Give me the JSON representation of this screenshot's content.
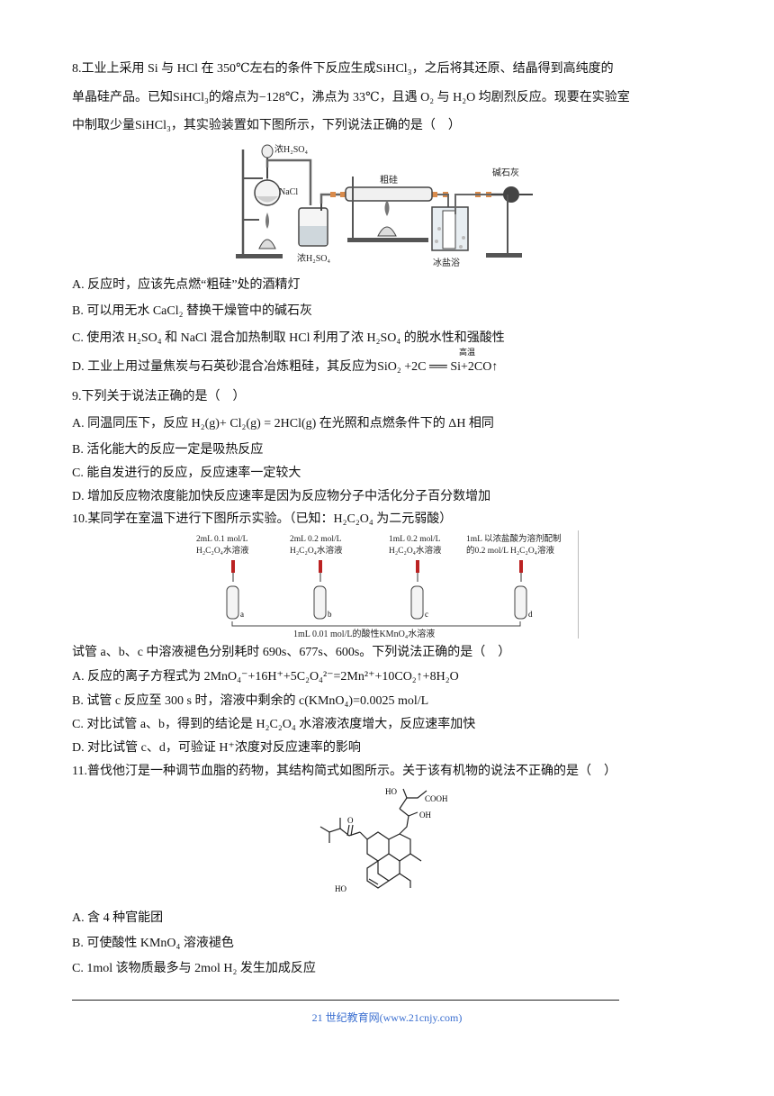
{
  "q8": {
    "stem_l1": "8.工业上采用 Si 与 HCl 在 350℃左右的条件下反应生成SiHCl₃，之后将其还原、结晶得到高纯度的",
    "stem_l2": "单晶硅产品。已知SiHCl₃的熔点为−128℃，沸点为 33℃，且遇 O₂ 与 H₂O 均剧烈反应。现要在实验室",
    "stem_l3": "中制取少量SiHCl₃，其实验装置如下图所示，下列说法正确的是（　）",
    "fig_labels": {
      "conc_h2so4_top": "浓H₂SO₄",
      "nacl": "NaCl",
      "crude_si": "粗硅",
      "soda_lime": "碱石灰",
      "conc_h2so4_bottom": "浓H₂SO₄",
      "ice_salt_bath": "冰盐浴"
    },
    "option_a": "A. 反应时，应该先点燃“粗硅”处的酒精灯",
    "option_b": "B. 可以用无水 CaCl₂ 替换干燥管中的碱石灰",
    "option_c": "C. 使用浓 H₂SO₄ 和 NaCl 混合加热制取 HCl 利用了浓 H₂SO₄ 的脱水性和强酸性",
    "option_d": "D. 工业上用过量焦炭与石英砂混合冶炼粗硅，其反应为SiO₂ +2C ══ Si+2CO↑",
    "option_d_condition": "高温"
  },
  "q9": {
    "stem": "9.下列关于说法正确的是（　）",
    "option_a": "A. 同温同压下，反应 H₂(g)+ Cl₂(g) = 2HCl(g) 在光照和点燃条件下的 ΔH 相同",
    "option_b": "B. 活化能大的反应一定是吸热反应",
    "option_c": "C. 能自发进行的反应，反应速率一定较大",
    "option_d": "D. 增加反应物浓度能加快反应速率是因为反应物分子中活化分子百分数增加"
  },
  "q10": {
    "stem": "10.某同学在室温下进行下图所示实验。（已知：H₂C₂O₄ 为二元弱酸）",
    "tubes": [
      {
        "l1": "2mL 0.1 mol/L",
        "l2": "H₂C₂O₄水溶液",
        "letter": "a"
      },
      {
        "l1": "2mL 0.2 mol/L",
        "l2": "H₂C₂O₄水溶液",
        "letter": "b"
      },
      {
        "l1": "1mL 0.2 mol/L",
        "l2": "H₂C₂O₄水溶液",
        "letter": "c"
      },
      {
        "l1": "1mL 以浓盐酸为溶剂配制",
        "l2": "的0.2 mol/L H₂C₂O₄溶液",
        "letter": "d"
      }
    ],
    "bottom_label": "1mL 0.01 mol/L的酸性KMnO₄水溶液",
    "desc": "试管 a、b、c 中溶液褪色分别耗时 690s、677s、600s。下列说法正确的是（　）",
    "option_a": "A. 反应的离子方程式为 2MnO₄⁻+16H⁺+5C₂O₄²⁻=2Mn²⁺+10CO₂↑+8H₂O",
    "option_b": "B. 试管 c 反应至 300 s 时，溶液中剩余的 c(KMnO₄)=0.0025 mol/L",
    "option_c": "C. 对比试管 a、b，得到的结论是 H₂C₂O₄ 水溶液浓度增大，反应速率加快",
    "option_d": "D. 对比试管 c、d，可验证 H⁺浓度对反应速率的影响"
  },
  "q11": {
    "stem": "11.普伐他汀是一种调节血脂的药物，其结构简式如图所示。关于该有机物的说法不正确的是（　）",
    "struct_labels": {
      "ho_top": "HO",
      "cooh": "COOH",
      "oh": "OH",
      "ho_bottom": "HO",
      "o_ester": "O"
    },
    "option_a": "A. 含 4 种官能团",
    "option_b": "B. 可使酸性 KMnO₄ 溶液褪色",
    "option_c": "C. 1mol 该物质最多与 2mol H₂ 发生加成反应"
  },
  "footer": "21 世纪教育网(www.21cnjy.com)"
}
